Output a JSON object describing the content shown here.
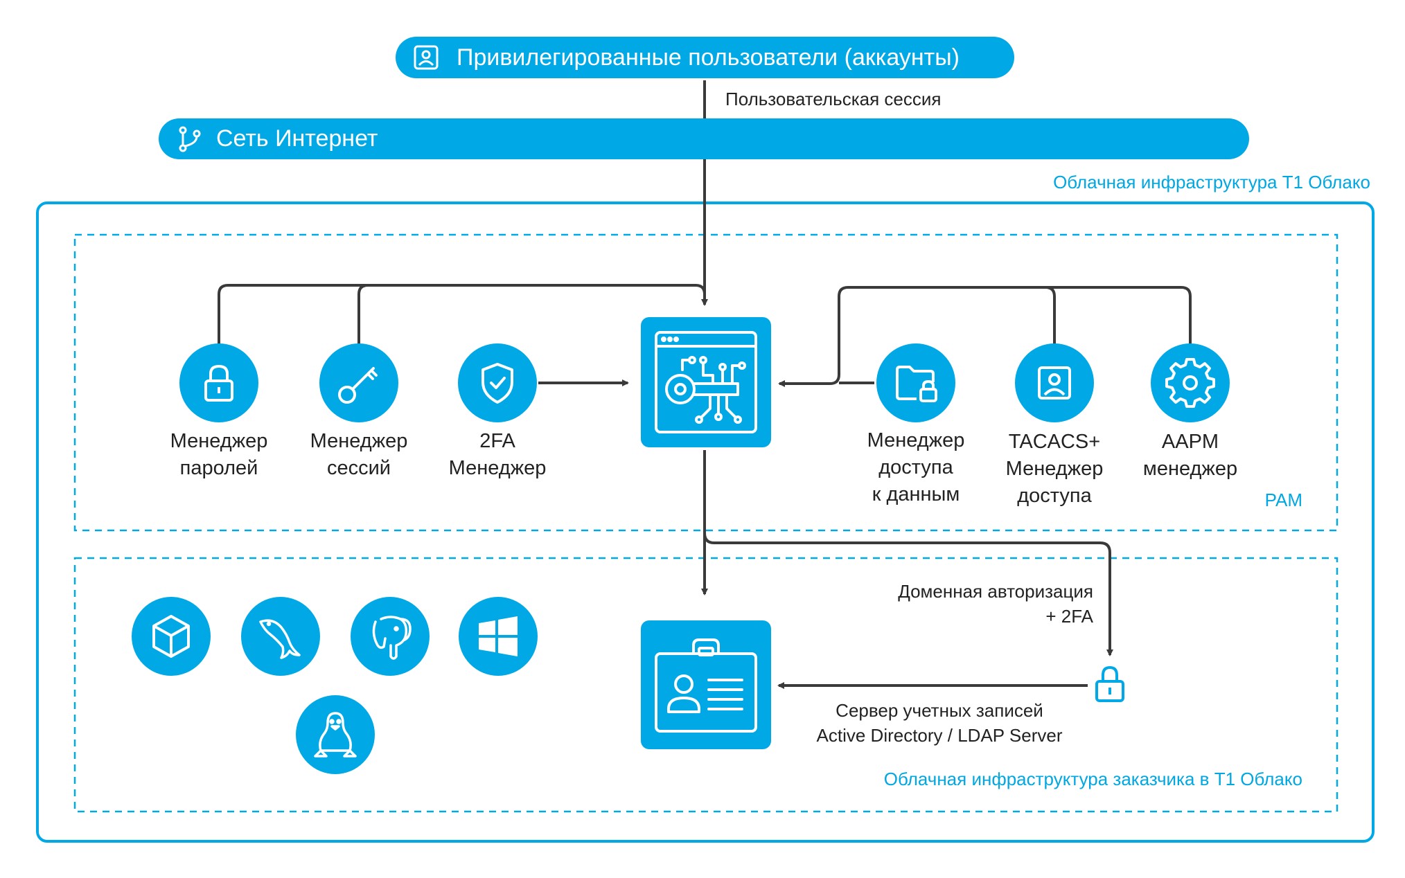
{
  "top_pill": {
    "label": "Привилегированные пользователи (аккаунты)",
    "icon": "user-badge-icon"
  },
  "session_label": "Пользовательская сессия",
  "internet_pill": {
    "label": "Сеть Интернет",
    "icon": "git-branch-icon"
  },
  "cloud_infra_label": "Облачная инфраструктура Т1 Облако",
  "pam_label": "PAM",
  "customer_infra_label": "Облачная инфраструктура заказчика в Т1 Облако",
  "left_components": [
    {
      "icon": "lock-icon",
      "line1": "Менеджер",
      "line2": "паролей"
    },
    {
      "icon": "key-icon",
      "line1": "Менеджер",
      "line2": "сессий"
    },
    {
      "icon": "shield-check-icon",
      "line1": "2FA",
      "line2": "Менеджер"
    }
  ],
  "right_components": [
    {
      "icon": "folder-lock-icon",
      "line1": "Менеджер",
      "line2": "доступа",
      "line3": "к данным"
    },
    {
      "icon": "user-badge-icon",
      "line1": "TACACS+",
      "line2": "Менеджер",
      "line3": "доступа"
    },
    {
      "icon": "gear-icon",
      "line1": "AAPM",
      "line2": "менеджер"
    }
  ],
  "central_pam_icon": "key-circuit-icon",
  "domain_auth": {
    "line1": "Доменная авторизация",
    "line2": "+ 2FA"
  },
  "ad_server": {
    "line1": "Сервер учетных записей",
    "line2": "Active Directory / LDAP Server",
    "icon": "id-card-icon"
  },
  "target_systems": [
    "cube-icon",
    "mysql-dolphin-icon",
    "postgresql-elephant-icon",
    "windows-icon",
    "linux-tux-icon"
  ],
  "colors": {
    "accent": "#00a9e6",
    "line": "#3a3a3a",
    "text": "#222222"
  }
}
